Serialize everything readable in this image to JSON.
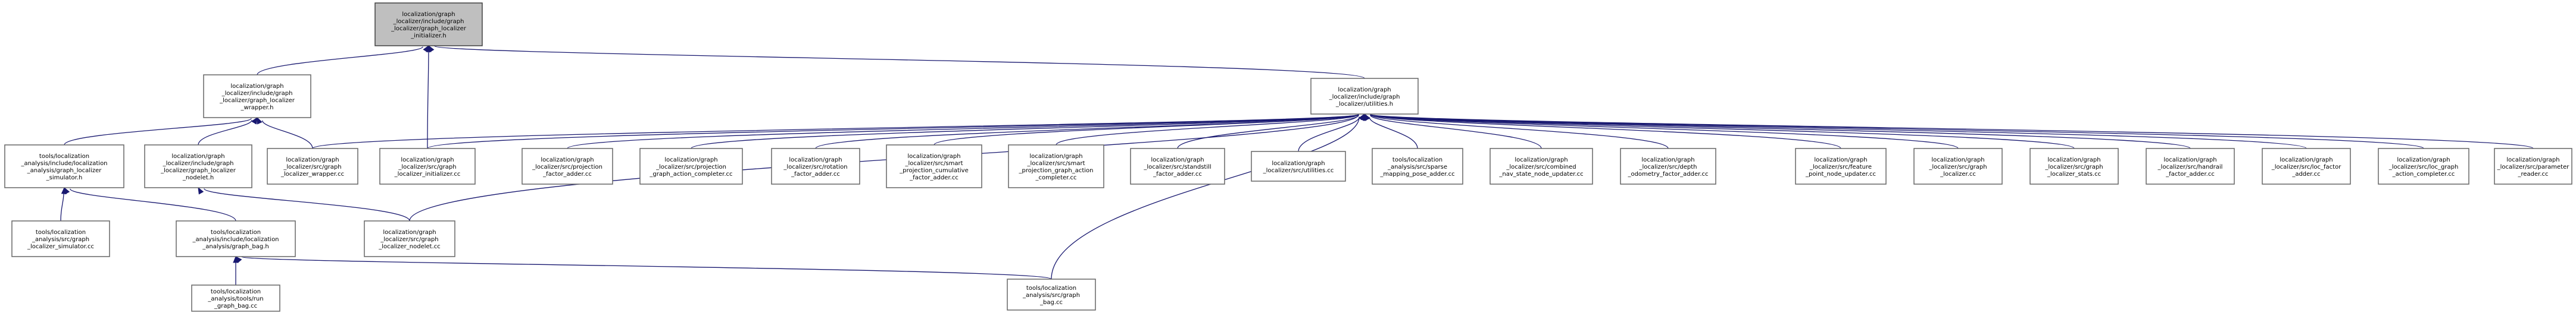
{
  "diagram": {
    "type": "include-dependency-graph",
    "colors": {
      "edge": "#191970",
      "node_border": "#666666",
      "focus_fill": "#bfbfbf",
      "node_fill": "#ffffff"
    },
    "nodes": [
      {
        "id": "graph_localizer_initializer_h",
        "lines": [
          "localization/graph",
          "_localizer/include/graph",
          "_localizer/graph_localizer",
          "_initializer.h"
        ],
        "focus": true
      },
      {
        "id": "graph_localizer_wrapper_h",
        "lines": [
          "localization/graph",
          "_localizer/include/graph",
          "_localizer/graph_localizer",
          "_wrapper.h"
        ]
      },
      {
        "id": "utilities_h",
        "lines": [
          "localization/graph",
          "_localizer/include/graph",
          "_localizer/utilities.h"
        ]
      },
      {
        "id": "graph_localizer_simulator_h",
        "lines": [
          "tools/localization",
          "_analysis/include/localization",
          "_analysis/graph_localizer",
          "_simulator.h"
        ]
      },
      {
        "id": "graph_localizer_nodelet_h",
        "lines": [
          "localization/graph",
          "_localizer/include/graph",
          "_localizer/graph_localizer",
          "_nodelet.h"
        ]
      },
      {
        "id": "graph_localizer_wrapper_cc",
        "lines": [
          "localization/graph",
          "_localizer/src/graph",
          "_localizer_wrapper.cc"
        ]
      },
      {
        "id": "graph_localizer_initializer_cc",
        "lines": [
          "localization/graph",
          "_localizer/src/graph",
          "_localizer_initializer.cc"
        ]
      },
      {
        "id": "projection_factor_adder_cc",
        "lines": [
          "localization/graph",
          "_localizer/src/projection",
          "_factor_adder.cc"
        ]
      },
      {
        "id": "projection_graph_action_completer_cc",
        "lines": [
          "localization/graph",
          "_localizer/src/projection",
          "_graph_action_completer.cc"
        ]
      },
      {
        "id": "rotation_factor_adder_cc",
        "lines": [
          "localization/graph",
          "_localizer/src/rotation",
          "_factor_adder.cc"
        ]
      },
      {
        "id": "smart_projection_cumulative_factor_adder_cc",
        "lines": [
          "localization/graph",
          "_localizer/src/smart",
          "_projection_cumulative",
          "_factor_adder.cc"
        ]
      },
      {
        "id": "smart_projection_graph_action_completer_cc",
        "lines": [
          "localization/graph",
          "_localizer/src/smart",
          "_projection_graph_action",
          "_completer.cc"
        ]
      },
      {
        "id": "standstill_factor_adder_cc",
        "lines": [
          "localization/graph",
          "_localizer/src/standstill",
          "_factor_adder.cc"
        ]
      },
      {
        "id": "utilities_cc",
        "lines": [
          "localization/graph",
          "_localizer/src/utilities.cc"
        ]
      },
      {
        "id": "sparse_mapping_pose_adder_cc",
        "lines": [
          "tools/localization",
          "_analysis/src/sparse",
          "_mapping_pose_adder.cc"
        ]
      },
      {
        "id": "combined_nav_state_node_updater_cc",
        "lines": [
          "localization/graph",
          "_localizer/src/combined",
          "_nav_state_node_updater.cc"
        ]
      },
      {
        "id": "depth_odometry_factor_adder_cc",
        "lines": [
          "localization/graph",
          "_localizer/src/depth",
          "_odometry_factor_adder.cc"
        ]
      },
      {
        "id": "feature_point_node_updater_cc",
        "lines": [
          "localization/graph",
          "_localizer/src/feature",
          "_point_node_updater.cc"
        ]
      },
      {
        "id": "graph_localizer_cc",
        "lines": [
          "localization/graph",
          "_localizer/src/graph",
          "_localizer.cc"
        ]
      },
      {
        "id": "graph_localizer_stats_cc",
        "lines": [
          "localization/graph",
          "_localizer/src/graph",
          "_localizer_stats.cc"
        ]
      },
      {
        "id": "handrail_factor_adder_cc",
        "lines": [
          "localization/graph",
          "_localizer/src/handrail",
          "_factor_adder.cc"
        ]
      },
      {
        "id": "loc_factor_adder_cc",
        "lines": [
          "localization/graph",
          "_localizer/src/loc_factor",
          "_adder.cc"
        ]
      },
      {
        "id": "loc_graph_action_completer_cc",
        "lines": [
          "localization/graph",
          "_localizer/src/loc_graph",
          "_action_completer.cc"
        ]
      },
      {
        "id": "parameter_reader_cc",
        "lines": [
          "localization/graph",
          "_localizer/src/parameter",
          "_reader.cc"
        ]
      },
      {
        "id": "graph_localizer_simulator_cc",
        "lines": [
          "tools/localization",
          "_analysis/src/graph",
          "_localizer_simulator.cc"
        ]
      },
      {
        "id": "graph_bag_h",
        "lines": [
          "tools/localization",
          "_analysis/include/localization",
          "_analysis/graph_bag.h"
        ]
      },
      {
        "id": "graph_localizer_nodelet_cc",
        "lines": [
          "localization/graph",
          "_localizer/src/graph",
          "_localizer_nodelet.cc"
        ]
      },
      {
        "id": "run_graph_bag_cc",
        "lines": [
          "tools/localization",
          "_analysis/tools/run",
          "_graph_bag.cc"
        ]
      },
      {
        "id": "graph_bag_cc",
        "lines": [
          "tools/localization",
          "_analysis/src/graph",
          "_bag.cc"
        ]
      }
    ],
    "edges": [
      {
        "from": "graph_localizer_wrapper_h",
        "to": "graph_localizer_initializer_h"
      },
      {
        "from": "graph_localizer_initializer_cc",
        "to": "graph_localizer_initializer_h"
      },
      {
        "from": "utilities_h",
        "to": "graph_localizer_initializer_h"
      },
      {
        "from": "graph_localizer_simulator_h",
        "to": "graph_localizer_wrapper_h"
      },
      {
        "from": "graph_localizer_nodelet_h",
        "to": "graph_localizer_wrapper_h"
      },
      {
        "from": "graph_localizer_wrapper_cc",
        "to": "graph_localizer_wrapper_h"
      },
      {
        "from": "graph_localizer_simulator_cc",
        "to": "graph_localizer_simulator_h"
      },
      {
        "from": "graph_bag_h",
        "to": "graph_localizer_simulator_h"
      },
      {
        "from": "graph_localizer_nodelet_cc",
        "to": "graph_localizer_nodelet_h"
      },
      {
        "from": "run_graph_bag_cc",
        "to": "graph_bag_h"
      },
      {
        "from": "graph_bag_cc",
        "to": "graph_bag_h"
      },
      {
        "from": "graph_localizer_wrapper_cc",
        "to": "utilities_h"
      },
      {
        "from": "graph_localizer_initializer_cc",
        "to": "utilities_h"
      },
      {
        "from": "graph_localizer_nodelet_cc",
        "to": "utilities_h"
      },
      {
        "from": "graph_bag_cc",
        "to": "utilities_h"
      },
      {
        "from": "projection_factor_adder_cc",
        "to": "utilities_h"
      },
      {
        "from": "projection_graph_action_completer_cc",
        "to": "utilities_h"
      },
      {
        "from": "rotation_factor_adder_cc",
        "to": "utilities_h"
      },
      {
        "from": "smart_projection_cumulative_factor_adder_cc",
        "to": "utilities_h"
      },
      {
        "from": "smart_projection_graph_action_completer_cc",
        "to": "utilities_h"
      },
      {
        "from": "standstill_factor_adder_cc",
        "to": "utilities_h"
      },
      {
        "from": "utilities_cc",
        "to": "utilities_h"
      },
      {
        "from": "sparse_mapping_pose_adder_cc",
        "to": "utilities_h"
      },
      {
        "from": "combined_nav_state_node_updater_cc",
        "to": "utilities_h"
      },
      {
        "from": "depth_odometry_factor_adder_cc",
        "to": "utilities_h"
      },
      {
        "from": "feature_point_node_updater_cc",
        "to": "utilities_h"
      },
      {
        "from": "graph_localizer_cc",
        "to": "utilities_h"
      },
      {
        "from": "graph_localizer_stats_cc",
        "to": "utilities_h"
      },
      {
        "from": "handrail_factor_adder_cc",
        "to": "utilities_h"
      },
      {
        "from": "loc_factor_adder_cc",
        "to": "utilities_h"
      },
      {
        "from": "loc_graph_action_completer_cc",
        "to": "utilities_h"
      },
      {
        "from": "parameter_reader_cc",
        "to": "utilities_h"
      }
    ]
  }
}
